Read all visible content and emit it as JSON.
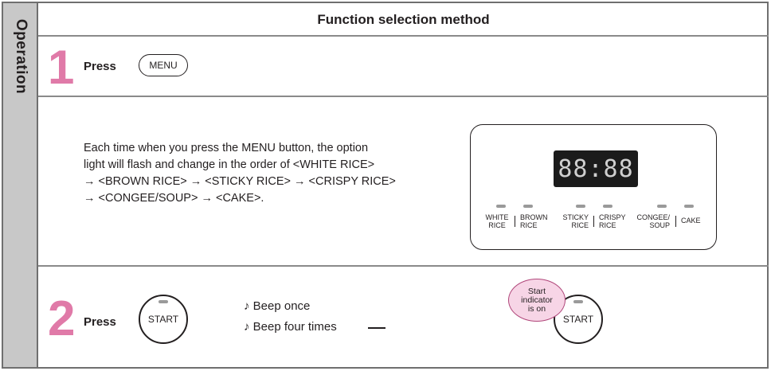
{
  "sidebar": {
    "label": "Operation"
  },
  "header": {
    "title": "Function selection method"
  },
  "step1": {
    "number": "1",
    "press_label": "Press",
    "button_label": "MENU",
    "description_lines": [
      "Each time when you press the MENU button, the option",
      "light will flash and change in the order of <WHITE RICE>",
      "→ <BROWN RICE> → <STICKY RICE> → <CRISPY RICE>",
      "→ <CONGEE/SOUP> → <CAKE>."
    ]
  },
  "panel": {
    "display": "88:88",
    "options": [
      {
        "line1": "WHITE",
        "line2": "RICE"
      },
      {
        "line1": "BROWN",
        "line2": "RICE"
      },
      {
        "line1": "STICKY",
        "line2": "RICE"
      },
      {
        "line1": "CRISPY",
        "line2": "RICE"
      },
      {
        "line1": "CONGEE/",
        "line2": "SOUP"
      },
      {
        "line1": "CAKE",
        "line2": ""
      }
    ]
  },
  "step2": {
    "number": "2",
    "press_label": "Press",
    "button_label": "START",
    "beep_once": "♪ Beep once",
    "beep_four": "♪ Beep four times",
    "result_button_label": "START",
    "callout": [
      "Start",
      "indicator",
      "is on"
    ]
  },
  "colors": {
    "accent_pink": "#e07aa8",
    "sidebar_gray": "#c8c8c8",
    "callout_pink": "#f7d5e6"
  }
}
